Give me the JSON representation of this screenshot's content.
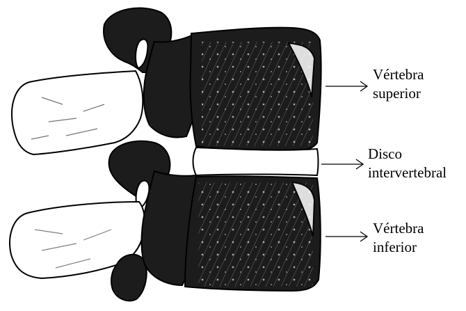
{
  "labels": [
    {
      "id": "vertebra-superior",
      "line1": "Vértebra",
      "line2": "superior"
    },
    {
      "id": "disco-intervertebral",
      "line1": "Disco",
      "line2": "intervertebral"
    },
    {
      "id": "vertebra-inferior",
      "line1": "Vértebra",
      "line2": "inferior"
    }
  ],
  "colors": {
    "ink": "#1c1c1c",
    "paper": "#ffffff"
  }
}
